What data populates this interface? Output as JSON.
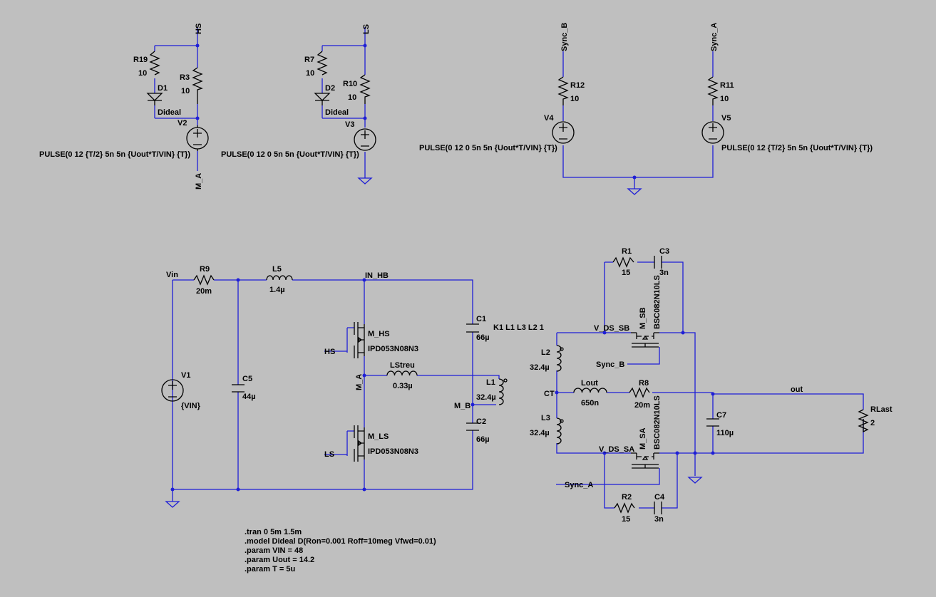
{
  "colors": {
    "background": "#bfbfbf",
    "wire": "#1f1fd6",
    "component": "#000000"
  },
  "nets": {
    "hs": "HS",
    "ls": "LS",
    "sync_b": "Sync_B",
    "sync_a": "Sync_A",
    "m_a": "M_A",
    "m_b": "M_B",
    "vin": "Vin",
    "in_hb": "IN_HB",
    "v_ds_sb": "V_DS_SB",
    "v_ds_sa": "V_DS_SA",
    "ct": "CT",
    "out": "out"
  },
  "components": {
    "r19": {
      "name": "R19",
      "value": "10"
    },
    "r3": {
      "name": "R3",
      "value": "10"
    },
    "d1": {
      "name": "D1",
      "model": "Dideal"
    },
    "v2": {
      "name": "V2",
      "value": "PULSE(0 12 {T/2} 5n 5n {Uout*T/VIN} {T})"
    },
    "r7": {
      "name": "R7",
      "value": "10"
    },
    "r10": {
      "name": "R10",
      "value": "10"
    },
    "d2": {
      "name": "D2",
      "model": "Dideal"
    },
    "v3": {
      "name": "V3",
      "value": "PULSE(0 12 0 5n 5n {Uout*T/VIN} {T})"
    },
    "r12": {
      "name": "R12",
      "value": "10"
    },
    "v4": {
      "name": "V4",
      "value": "PULSE(0 12 0 5n 5n {Uout*T/VIN} {T})"
    },
    "r11": {
      "name": "R11",
      "value": "10"
    },
    "v5": {
      "name": "V5",
      "value": "PULSE(0 12 {T/2} 5n 5n {Uout*T/VIN} {T})"
    },
    "r9": {
      "name": "R9",
      "value": "20m"
    },
    "l5": {
      "name": "L5",
      "value": "1.4µ"
    },
    "v1": {
      "name": "V1",
      "value": "{VIN}"
    },
    "c5": {
      "name": "C5",
      "value": "44µ"
    },
    "m_hs": {
      "name": "M_HS",
      "model": "IPD053N08N3"
    },
    "m_ls": {
      "name": "M_LS",
      "model": "IPD053N08N3"
    },
    "lstreu": {
      "name": "LStreu",
      "value": "0.33µ"
    },
    "c1": {
      "name": "C1",
      "value": "66µ"
    },
    "c2": {
      "name": "C2",
      "value": "66µ"
    },
    "l1": {
      "name": "L1",
      "value": "32.4µ"
    },
    "k1": "K1 L1 L3 L2 1",
    "r1": {
      "name": "R1",
      "value": "15"
    },
    "c3": {
      "name": "C3",
      "value": "3n"
    },
    "m_sb": {
      "name": "M_SB",
      "model": "BSC082N10LS"
    },
    "l2": {
      "name": "L2",
      "value": "32.4µ"
    },
    "lout": {
      "name": "Lout",
      "value": "650n"
    },
    "r8": {
      "name": "R8",
      "value": "20m"
    },
    "c7": {
      "name": "C7",
      "value": "110µ"
    },
    "rlast": {
      "name": "RLast",
      "value": "2"
    },
    "l3": {
      "name": "L3",
      "value": "32.4µ"
    },
    "m_sa": {
      "name": "M_SA",
      "model": "BSC082N10LS"
    },
    "r2": {
      "name": "R2",
      "value": "15"
    },
    "c4": {
      "name": "C4",
      "value": "3n"
    }
  },
  "directives": [
    ".tran 0 5m 1.5m",
    ".model Dideal D(Ron=0.001 Roff=10meg Vfwd=0.01)",
    ".param VIN = 48",
    ".param Uout = 14.2",
    ".param T = 5u"
  ]
}
